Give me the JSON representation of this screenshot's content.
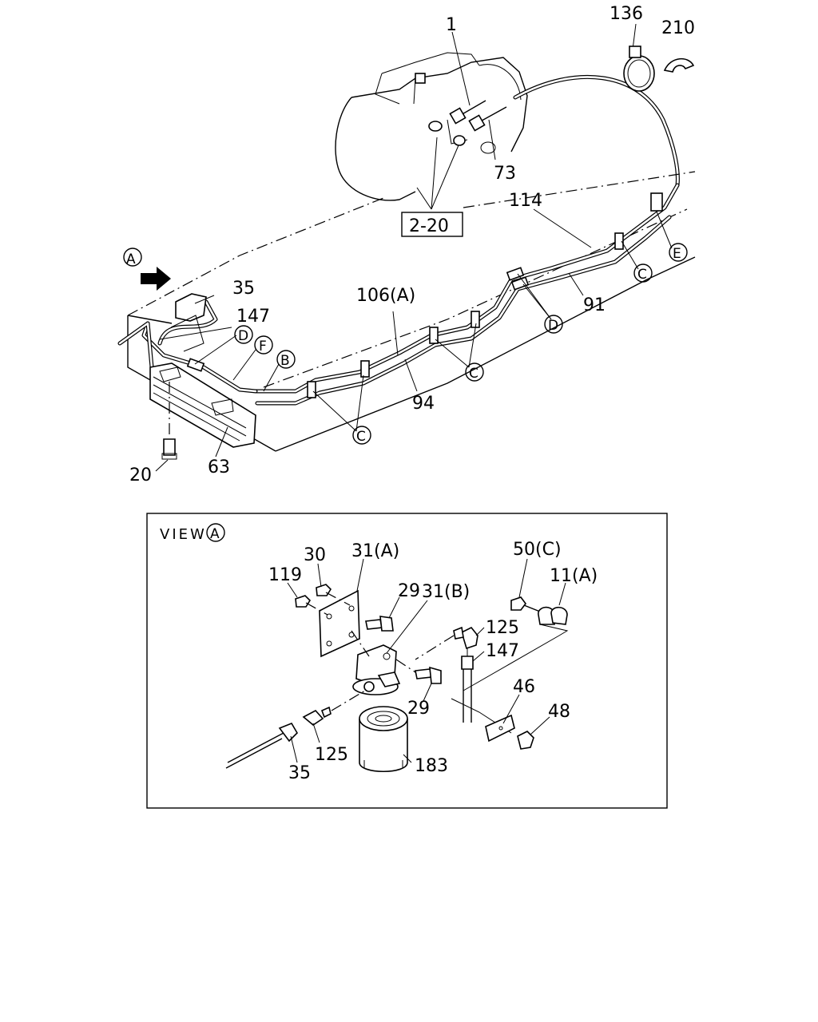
{
  "callouts": {
    "c1": "1",
    "c136": "136",
    "c210": "210",
    "c73": "73",
    "ref_2_20": "2-20",
    "c114": "114",
    "cA": "A",
    "c35_top": "35",
    "c147_top": "147",
    "c106A": "106(A)",
    "cE": "E",
    "cC_right": "C",
    "c91": "91",
    "cD_mid": "D",
    "cD_left": "D",
    "cF": "F",
    "cB": "B",
    "cC_mid": "C",
    "c94": "94",
    "cC_left": "C",
    "c20": "20",
    "c63": "63"
  },
  "view": {
    "title": "VIEW",
    "circle": "A",
    "labels": {
      "c30": "30",
      "c31A": "31(A)",
      "c119": "119",
      "c29_top": "29",
      "c31B": "31(B)",
      "c50C": "50(C)",
      "c11A": "11(A)",
      "c125_right": "125",
      "c147": "147",
      "c46": "46",
      "c48": "48",
      "c29_bottom": "29",
      "c125_left": "125",
      "c35": "35",
      "c183": "183"
    }
  }
}
